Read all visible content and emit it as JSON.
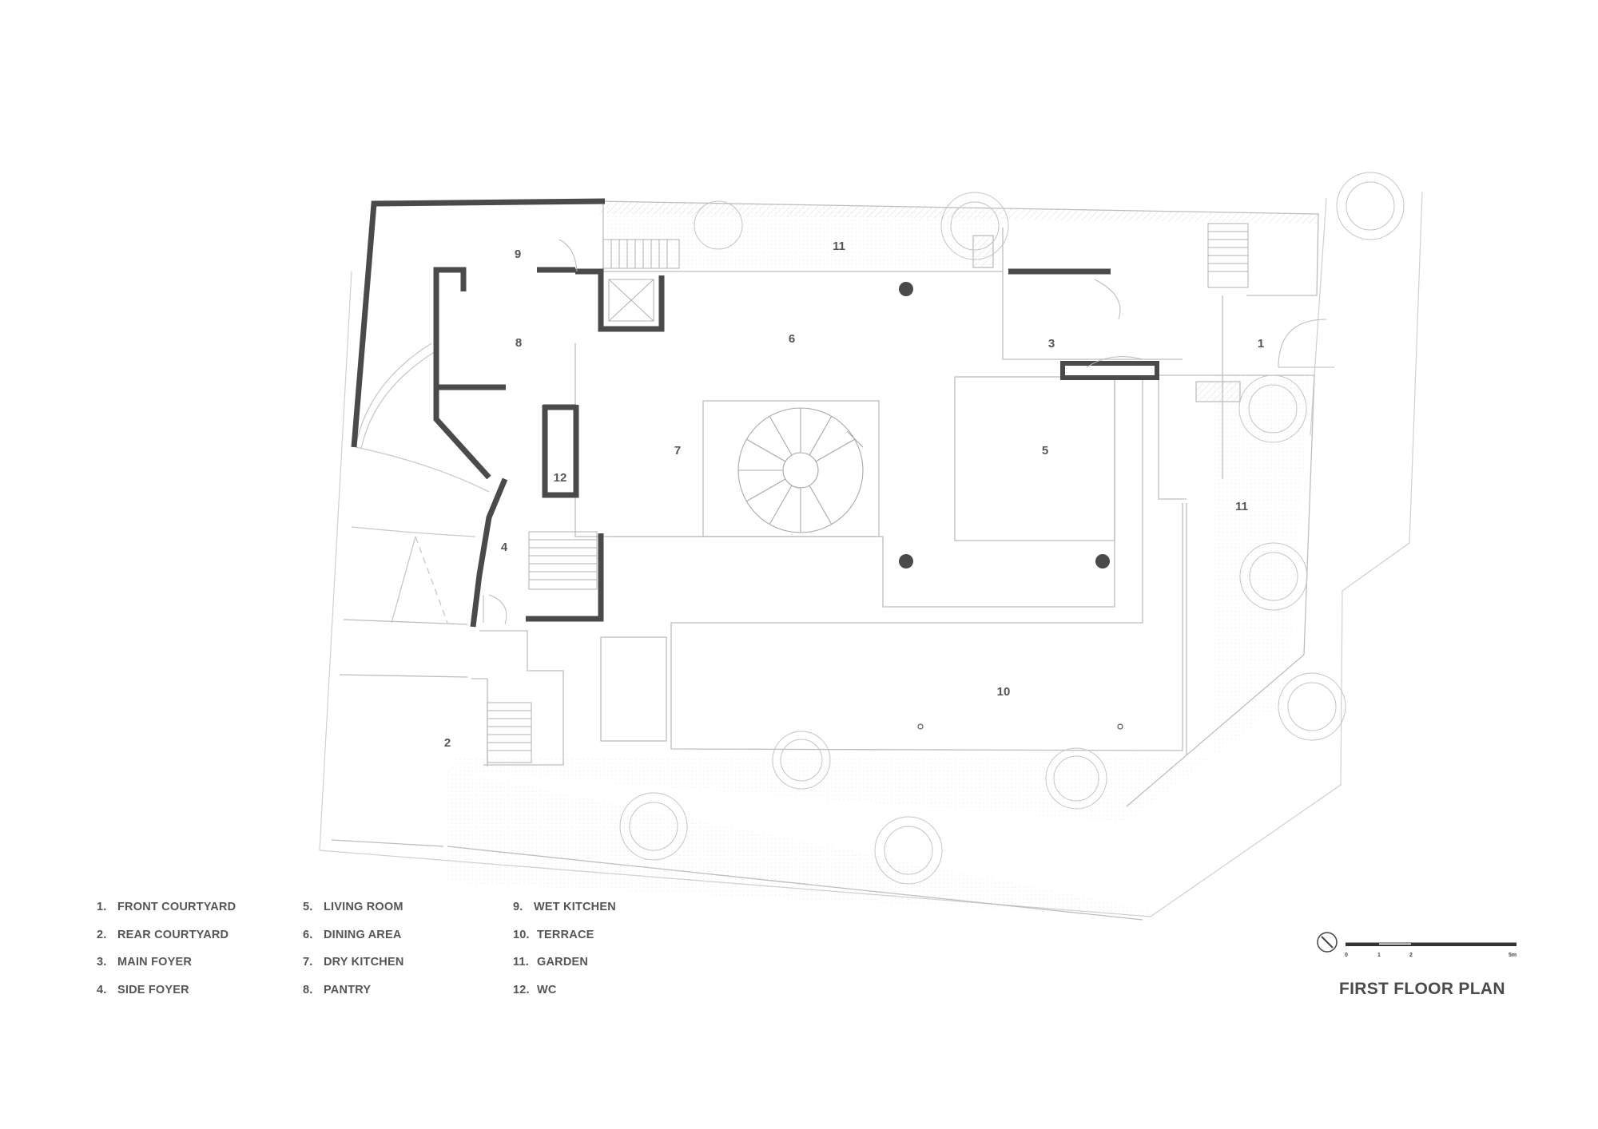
{
  "title": "FIRST FLOOR PLAN",
  "rooms": [
    {
      "num": "1",
      "label": "FRONT COURTYARD"
    },
    {
      "num": "2",
      "label": "REAR COURTYARD"
    },
    {
      "num": "3",
      "label": "MAIN FOYER"
    },
    {
      "num": "4",
      "label": "SIDE FOYER"
    },
    {
      "num": "5",
      "label": "LIVING ROOM"
    },
    {
      "num": "6",
      "label": "DINING AREA"
    },
    {
      "num": "7",
      "label": "DRY KITCHEN"
    },
    {
      "num": "8",
      "label": "PANTRY"
    },
    {
      "num": "9",
      "label": "WET KITCHEN"
    },
    {
      "num": "10",
      "label": "TERRACE"
    },
    {
      "num": "11",
      "label": "GARDEN"
    },
    {
      "num": "12",
      "label": "WC"
    }
  ],
  "legend_numbers": [
    "1.",
    "2.",
    "3.",
    "4.",
    "5.",
    "6.",
    "7.",
    "8.",
    "9.",
    "10.",
    "11.",
    "12."
  ],
  "plan_labels": {
    "front_courtyard": "1",
    "rear_courtyard": "2",
    "main_foyer": "3",
    "side_foyer": "4",
    "living_room": "5",
    "dining_area": "6",
    "dry_kitchen": "7",
    "pantry": "8",
    "wet_kitchen": "9",
    "terrace": "10",
    "garden_top": "11",
    "garden_right": "11",
    "wc": "12"
  },
  "scale_bar": {
    "labels": [
      "0",
      "1",
      "2",
      "5m"
    ]
  },
  "colors": {
    "wall": "#4a4a4a",
    "line": "#b5b5b5",
    "text": "#555555"
  }
}
